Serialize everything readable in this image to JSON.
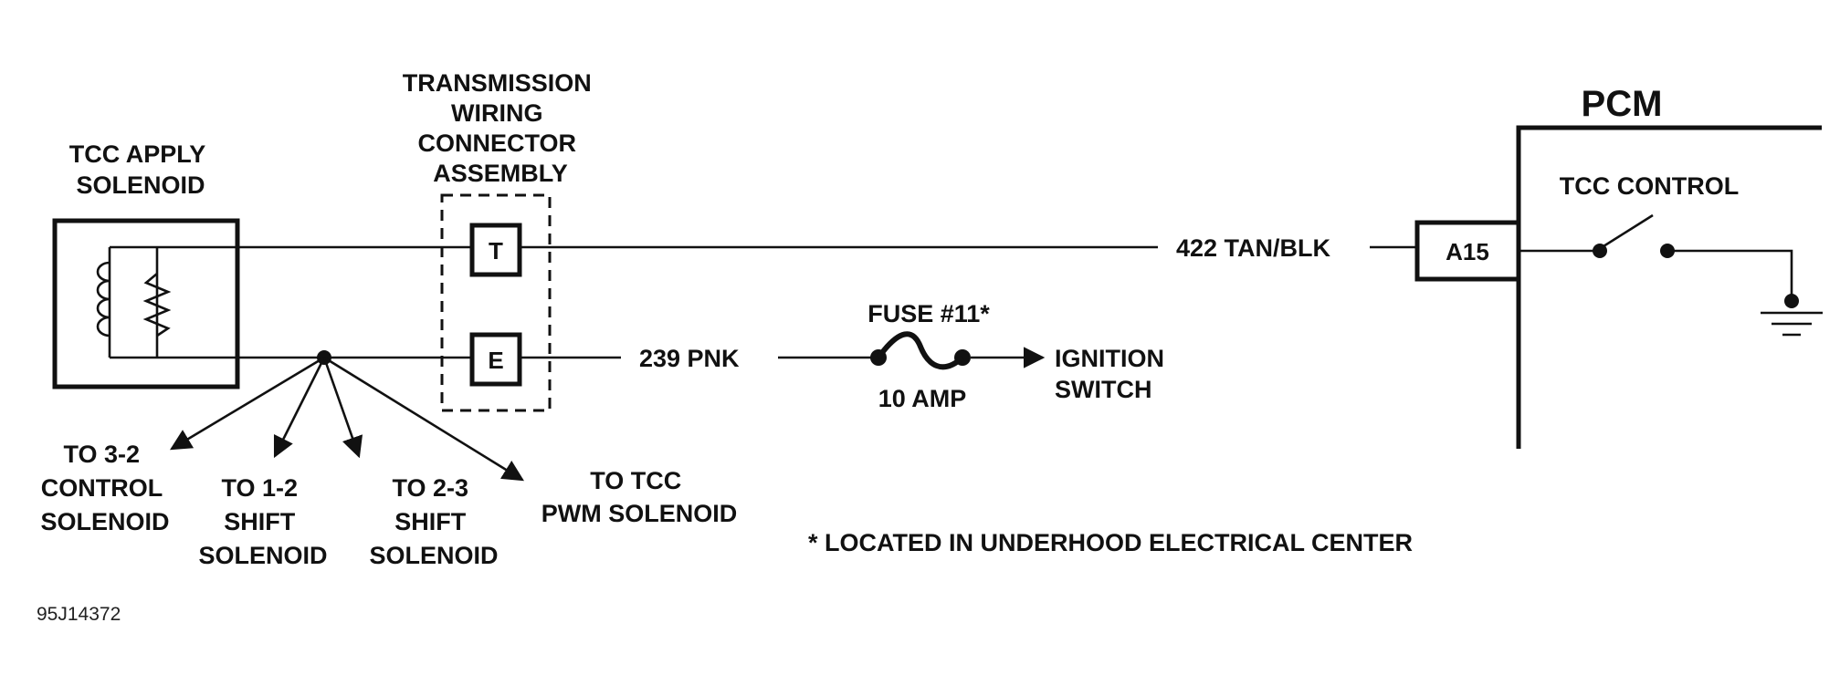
{
  "labels": {
    "tcc_solenoid": [
      "TCC APPLY",
      "SOLENOID"
    ],
    "connector": [
      "TRANSMISSION",
      "WIRING",
      "CONNECTOR",
      "ASSEMBLY"
    ],
    "pcm": "PCM",
    "tcc_control": "TCC CONTROL",
    "terminal_t": "T",
    "terminal_e": "E",
    "pin_a15": "A15",
    "wire_422": "422 TAN/BLK",
    "wire_239": "239 PNK",
    "fuse_name": "FUSE #11*",
    "fuse_rating": "10 AMP",
    "ignition": [
      "IGNITION",
      "SWITCH"
    ],
    "to_32": [
      "TO 3-2",
      "CONTROL",
      "SOLENOID"
    ],
    "to_12": [
      "TO 1-2",
      "SHIFT",
      "SOLENOID"
    ],
    "to_23": [
      "TO 2-3",
      "SHIFT",
      "SOLENOID"
    ],
    "to_pwm": [
      "TO TCC",
      "PWM SOLENOID"
    ],
    "footnote": "* LOCATED IN UNDERHOOD ELECTRICAL CENTER",
    "figure_id": "95J14372"
  }
}
